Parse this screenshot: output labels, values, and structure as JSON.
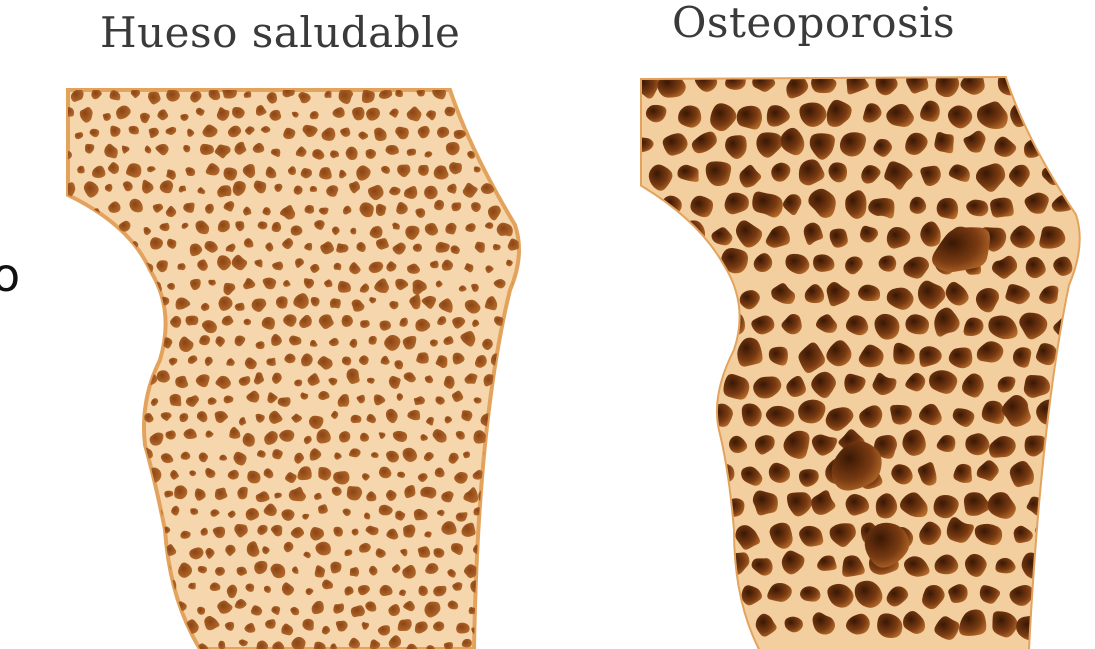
{
  "panels": [
    {
      "id": "healthy",
      "title": "Hueso saludable"
    },
    {
      "id": "osteoporosis",
      "title": "Osteoporosis"
    }
  ],
  "edge_text": "o",
  "colors": {
    "bone_fill": "#f6d7ad",
    "cortex_edge": "#e3a35d",
    "pore_healthy": "#a45a22",
    "pore_dark": "#6e3510",
    "trabecula_light": "#f9e2bf"
  }
}
